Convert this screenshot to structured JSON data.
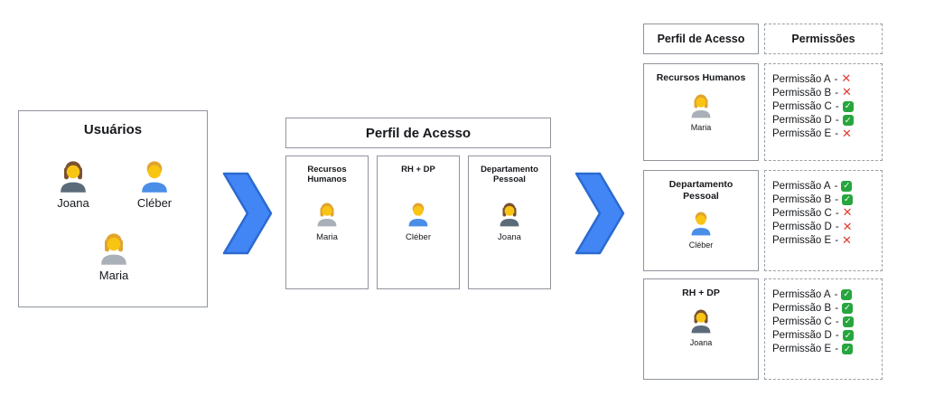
{
  "users_box": {
    "title": "Usuários",
    "users": [
      {
        "name": "Joana"
      },
      {
        "name": "Cléber"
      },
      {
        "name": "Maria"
      }
    ]
  },
  "profiles_section": {
    "title": "Perfil de Acesso",
    "cards": [
      {
        "title": "Recursos Humanos",
        "user": "Maria"
      },
      {
        "title": "RH + DP",
        "user": "Cléber"
      },
      {
        "title": "Departamento Pessoal",
        "user": "Joana"
      }
    ]
  },
  "table": {
    "header": {
      "profile": "Perfil de Acesso",
      "permissions": "Permissões"
    },
    "separator": "-",
    "rows": [
      {
        "profile": "Recursos Humanos",
        "user": "Maria",
        "permissions": [
          {
            "label": "Permissão A",
            "status": "denied",
            "icon": "✕"
          },
          {
            "label": "Permissão B",
            "status": "denied",
            "icon": "✕"
          },
          {
            "label": "Permissão C",
            "status": "granted",
            "icon": "✓"
          },
          {
            "label": "Permissão D",
            "status": "granted",
            "icon": "✓"
          },
          {
            "label": "Permissão E",
            "status": "denied",
            "icon": "✕"
          }
        ]
      },
      {
        "profile": "Departamento Pessoal",
        "user": "Cléber",
        "permissions": [
          {
            "label": "Permissão A",
            "status": "granted",
            "icon": "✓"
          },
          {
            "label": "Permissão B",
            "status": "granted",
            "icon": "✓"
          },
          {
            "label": "Permissão C",
            "status": "denied",
            "icon": "✕"
          },
          {
            "label": "Permissão D",
            "status": "denied",
            "icon": "✕"
          },
          {
            "label": "Permissão E",
            "status": "denied",
            "icon": "✕"
          }
        ]
      },
      {
        "profile": "RH + DP",
        "user": "Joana",
        "permissions": [
          {
            "label": "Permissão A",
            "status": "granted",
            "icon": "✓"
          },
          {
            "label": "Permissão B",
            "status": "granted",
            "icon": "✓"
          },
          {
            "label": "Permissão C",
            "status": "granted",
            "icon": "✓"
          },
          {
            "label": "Permissão D",
            "status": "granted",
            "icon": "✓"
          },
          {
            "label": "Permissão E",
            "status": "granted",
            "icon": "✓"
          }
        ]
      }
    ]
  },
  "colors": {
    "arrow": "#4285f4",
    "arrow_border": "#2a6ad0",
    "granted": "#27a53e",
    "denied": "#e23b2e"
  }
}
